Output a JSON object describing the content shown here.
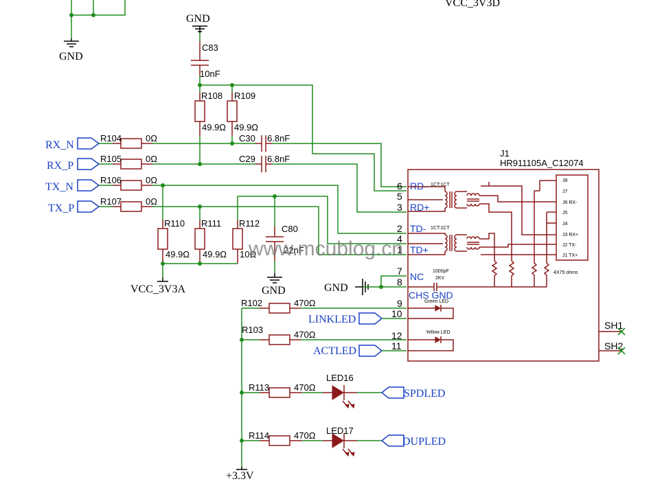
{
  "power": {
    "gnd_top_left": "GND",
    "gnd_top": "GND",
    "vcc_3v3d": "VCC_3V3D",
    "vcc_3v3a": "VCC_3V3A",
    "gnd_mid": "GND",
    "gnd_left": "GND",
    "v33": "+3.3V"
  },
  "nets": {
    "rx_n": "RX_N",
    "rx_p": "RX_P",
    "tx_n": "TX_N",
    "tx_p": "TX_P",
    "linkled": "LINKLED",
    "actled": "ACTLED",
    "spdled": "SPDLED",
    "dupled": "DUPLED"
  },
  "components": {
    "c83": {
      "ref": "C83",
      "value": "10nF"
    },
    "r108": {
      "ref": "R108",
      "value": "49.9Ω"
    },
    "r109": {
      "ref": "R109",
      "value": "49.9Ω"
    },
    "r104": {
      "ref": "R104",
      "value": "0Ω"
    },
    "r105": {
      "ref": "R105",
      "value": "0Ω"
    },
    "r106": {
      "ref": "R106",
      "value": "0Ω"
    },
    "r107": {
      "ref": "R107",
      "value": "0Ω"
    },
    "c30": {
      "ref": "C30",
      "value": "6.8nF"
    },
    "c29": {
      "ref": "C29",
      "value": "6.8nF"
    },
    "r110": {
      "ref": "R110",
      "value": "49.9Ω"
    },
    "r111": {
      "ref": "R111",
      "value": "49.9Ω"
    },
    "r112": {
      "ref": "R112",
      "value": "10Ω"
    },
    "c80": {
      "ref": "C80",
      "value": "22nF"
    },
    "r102": {
      "ref": "R102",
      "value": "470Ω"
    },
    "r103": {
      "ref": "R103",
      "value": "470Ω"
    },
    "r113": {
      "ref": "R113",
      "value": "470Ω"
    },
    "r114": {
      "ref": "R114",
      "value": "470Ω"
    },
    "led16": {
      "ref": "LED16"
    },
    "led17": {
      "ref": "LED17"
    }
  },
  "connector": {
    "ref": "J1",
    "part": "HR911105A_C12074",
    "pins": [
      {
        "num": "6",
        "name": "RD-"
      },
      {
        "num": "5",
        "name": ""
      },
      {
        "num": "3",
        "name": "RD+"
      },
      {
        "num": "2",
        "name": "TD-"
      },
      {
        "num": "4",
        "name": ""
      },
      {
        "num": "1",
        "name": "TD+"
      },
      {
        "num": "7",
        "name": "NC"
      },
      {
        "num": "8",
        "name": "CHS GND"
      },
      {
        "num": "9",
        "name": ""
      },
      {
        "num": "10",
        "name": ""
      },
      {
        "num": "12",
        "name": ""
      },
      {
        "num": "11",
        "name": ""
      }
    ],
    "shields": [
      "SH1",
      "SH2"
    ],
    "inner": {
      "ratio1": "1CT:1CT",
      "ratio2": "1CT:1CT",
      "rj45_pins": [
        "J8",
        "J7",
        "J6 RX-",
        "J5",
        "J4",
        "J3 RX+",
        "J2 TX-",
        "J1 TX+"
      ],
      "term": "4X75 ohms",
      "cap_value": "1000pF",
      "cap_voltage": "2KV",
      "green_led": "Green LED",
      "yellow_led": "Yellow LED"
    }
  },
  "watermark": "www.mcublog.cn"
}
